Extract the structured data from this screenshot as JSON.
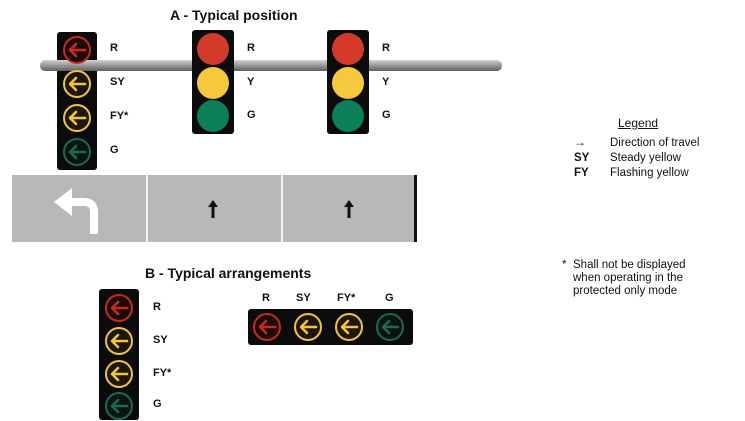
{
  "section_a": {
    "title": "A - Typical position"
  },
  "section_b": {
    "title": "B - Typical arrangements"
  },
  "colors": {
    "red": "#d33a2a",
    "yellow": "#f6c93c",
    "green": "#0b7e5a",
    "arrow_red": "#c92a20",
    "arrow_yellow": "#f2c43a",
    "arrow_green": "#1b6b52",
    "head": "#0b0b0b",
    "road": "#b8b8b8"
  },
  "signal_flashing_yellow_arrow": {
    "labels": [
      "R",
      "SY",
      "FY*",
      "G"
    ]
  },
  "signal_three_section_1": {
    "labels": [
      "R",
      "Y",
      "G"
    ]
  },
  "signal_three_section_2": {
    "labels": [
      "R",
      "Y",
      "G"
    ]
  },
  "road": {
    "lane_arrows": [
      "left-turn-arrow-icon",
      "through-arrow-icon",
      "through-arrow-icon"
    ]
  },
  "vertical_arrangement": {
    "labels": [
      "R",
      "SY",
      "FY*",
      "G"
    ]
  },
  "horizontal_arrangement": {
    "labels": [
      "R",
      "SY",
      "FY*",
      "G"
    ]
  },
  "legend": {
    "title": "Legend",
    "items": [
      {
        "key": "→",
        "text": "Direction of travel"
      },
      {
        "key": "SY",
        "text": "Steady yellow"
      },
      {
        "key": "FY",
        "text": "Flashing yellow"
      }
    ]
  },
  "footnote": {
    "marker": "*",
    "lines": [
      "Shall not be displayed",
      "when operating in the",
      "protected only mode"
    ]
  }
}
